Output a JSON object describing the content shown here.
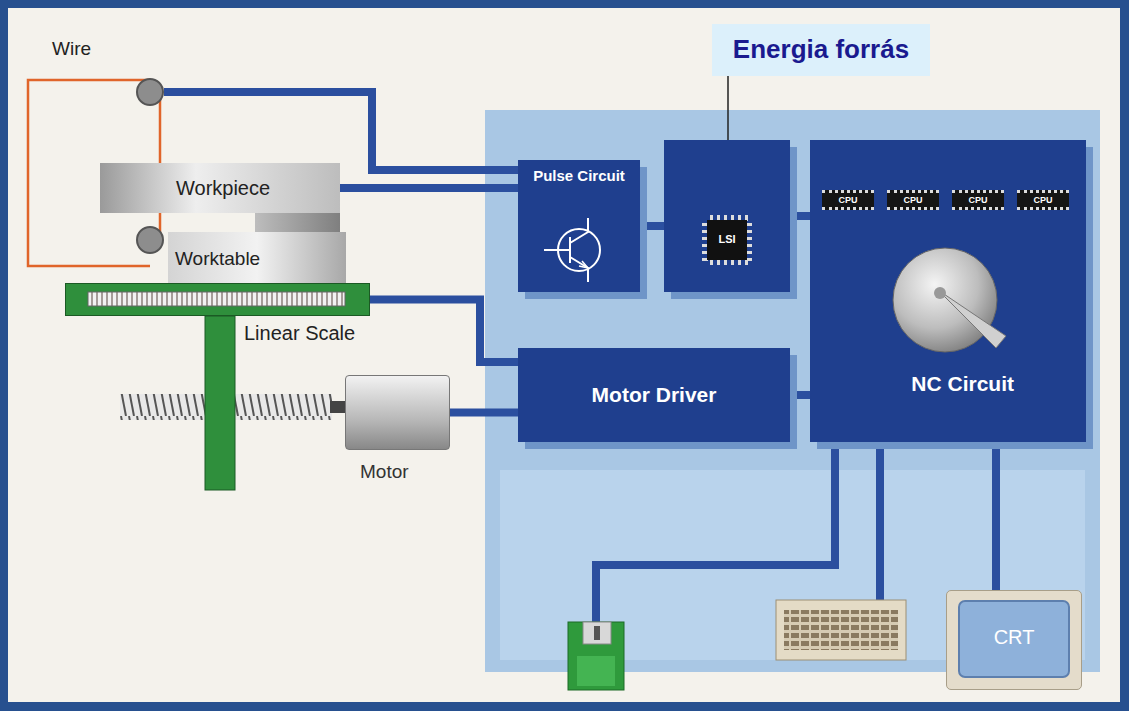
{
  "diagram": {
    "nodes": [
      {
        "text": [
          "Workpiece"
        ]
      },
      {
        "text": [
          "Worktable"
        ]
      },
      {
        "text": [
          "Linear Scale"
        ]
      },
      {
        "text": [
          "Motor"
        ]
      },
      {
        "text": [
          "Energia forrás"
        ]
      },
      {
        "text": [
          "Pulse Circuit"
        ]
      },
      {
        "text": [
          "LSI"
        ]
      },
      {
        "text": [
          "NC Circuit"
        ]
      },
      {
        "text": [
          "CPU"
        ],
        "in": 7
      },
      {
        "text": [
          "CPU"
        ],
        "in": 7
      },
      {
        "text": [
          "CPU"
        ],
        "in": 7
      },
      {
        "text": [
          "CPU"
        ],
        "in": 7
      },
      {
        "text": [
          "Motor Driver"
        ]
      },
      {
        "text": [
          "CRT"
        ]
      }
    ],
    "edges": [
      {
        "from": 0,
        "to": 5,
        "arrow": "none"
      },
      {
        "from": 2,
        "to": 12,
        "arrow": "none"
      },
      {
        "from": 3,
        "to": 12,
        "arrow": "none"
      },
      {
        "from": 5,
        "to": 6,
        "arrow": "none"
      },
      {
        "from": 6,
        "to": 7,
        "arrow": "none"
      },
      {
        "from": 12,
        "to": 7,
        "arrow": "none"
      },
      {
        "from": 7,
        "to": 13,
        "arrow": "none"
      },
      {
        "from": 4,
        "to": 6,
        "arrow": "none"
      }
    ],
    "labels": [
      "Wire"
    ]
  }
}
